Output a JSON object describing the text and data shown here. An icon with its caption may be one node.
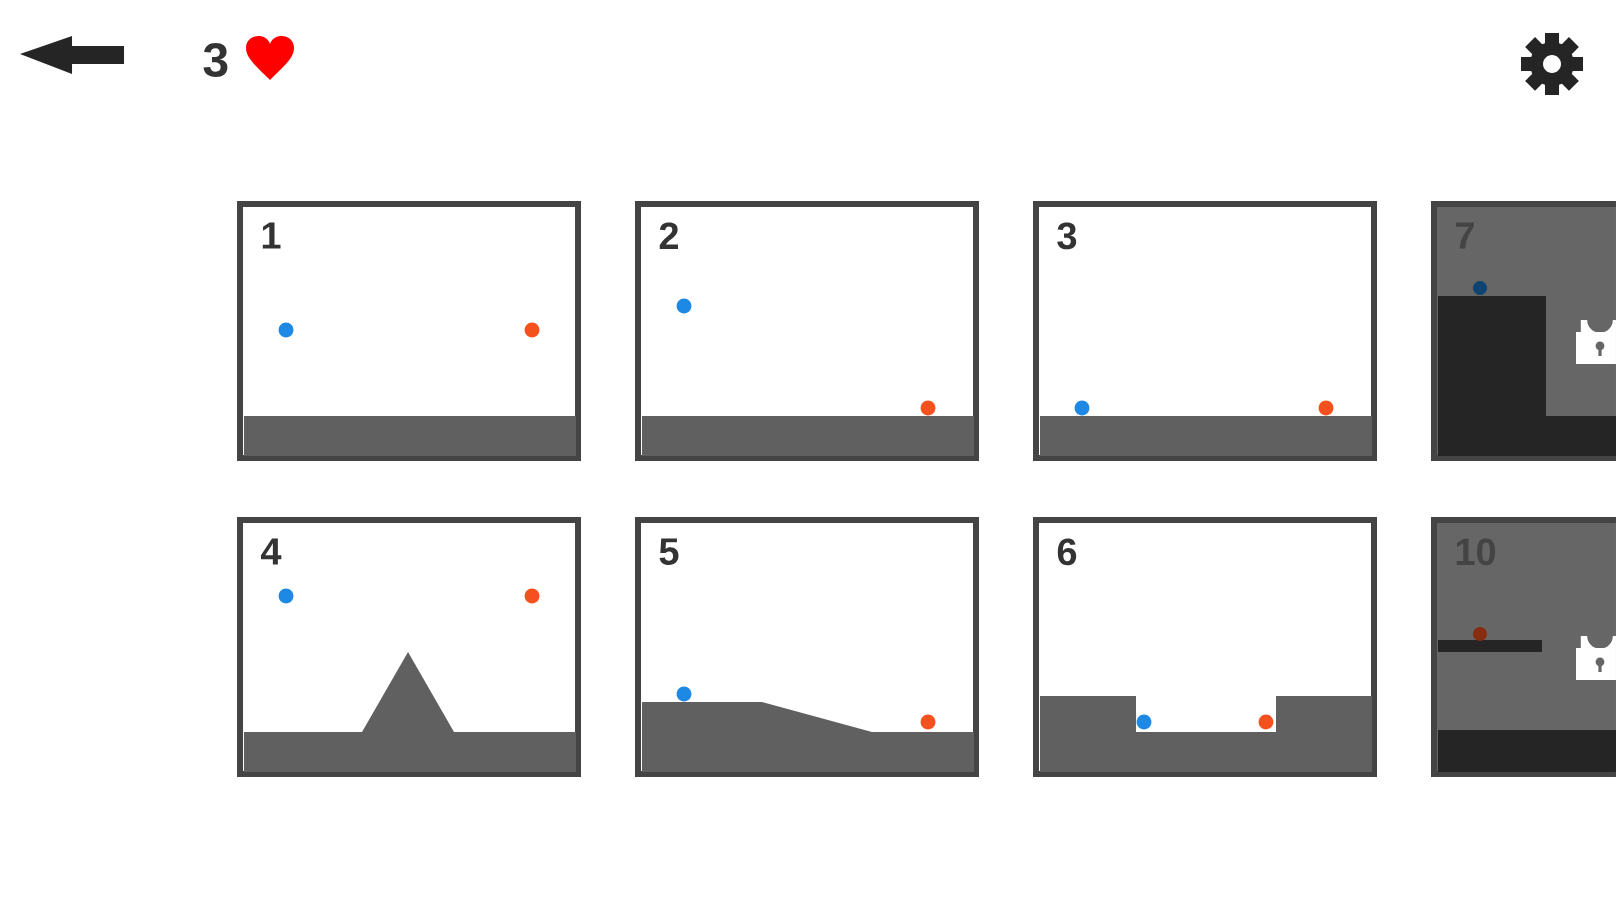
{
  "diagram": {
    "nodes": [
      {
        "text": [
          "1"
        ]
      },
      {
        "text": [
          "2"
        ]
      },
      {
        "text": [
          "3"
        ]
      },
      {
        "text": [
          "7"
        ]
      },
      {
        "text": [
          "4"
        ]
      },
      {
        "text": [
          "5"
        ]
      },
      {
        "text": [
          "6"
        ]
      },
      {
        "text": [
          "10"
        ]
      }
    ],
    "labels": [
      "3"
    ]
  }
}
